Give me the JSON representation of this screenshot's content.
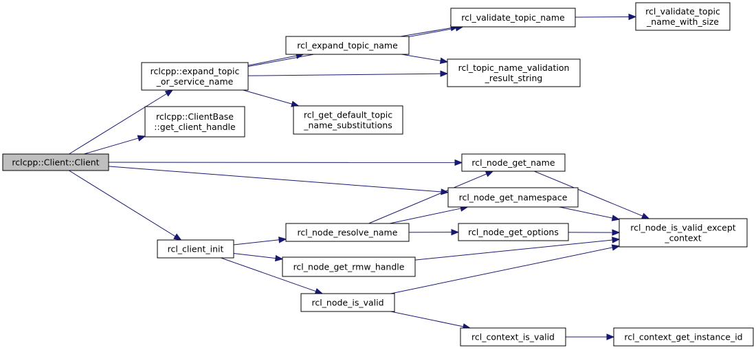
{
  "graph": {
    "colors": {
      "edge": "#191970",
      "node_fill": "#ffffff",
      "root_fill": "#bfbfbf",
      "border": "#000000"
    },
    "nodes": [
      {
        "id": "client",
        "lines": [
          "rclcpp::Client::Client"
        ],
        "root": true
      },
      {
        "id": "expand_topic_or_service",
        "lines": [
          "rclcpp::expand_topic",
          "_or_service_name"
        ]
      },
      {
        "id": "get_client_handle",
        "lines": [
          "rclcpp::ClientBase",
          "::get_client_handle"
        ]
      },
      {
        "id": "rcl_client_init",
        "lines": [
          "rcl_client_init"
        ]
      },
      {
        "id": "rcl_expand_topic_name",
        "lines": [
          "rcl_expand_topic_name"
        ]
      },
      {
        "id": "rcl_get_default_substitutions",
        "lines": [
          "rcl_get_default_topic",
          "_name_substitutions"
        ]
      },
      {
        "id": "rcl_validate_topic_name",
        "lines": [
          "rcl_validate_topic_name"
        ]
      },
      {
        "id": "rcl_validate_with_size",
        "lines": [
          "rcl_validate_topic",
          "_name_with_size"
        ]
      },
      {
        "id": "rcl_validation_result_string",
        "lines": [
          "rcl_topic_name_validation",
          "_result_string"
        ]
      },
      {
        "id": "rcl_node_get_name",
        "lines": [
          "rcl_node_get_name"
        ]
      },
      {
        "id": "rcl_node_get_namespace",
        "lines": [
          "rcl_node_get_namespace"
        ]
      },
      {
        "id": "rcl_node_resolve_name",
        "lines": [
          "rcl_node_resolve_name"
        ]
      },
      {
        "id": "rcl_node_get_options",
        "lines": [
          "rcl_node_get_options"
        ]
      },
      {
        "id": "rcl_node_get_rmw_handle",
        "lines": [
          "rcl_node_get_rmw_handle"
        ]
      },
      {
        "id": "rcl_node_is_valid",
        "lines": [
          "rcl_node_is_valid"
        ]
      },
      {
        "id": "rcl_node_is_valid_except_context",
        "lines": [
          "rcl_node_is_valid_except",
          "_context"
        ]
      },
      {
        "id": "rcl_context_is_valid",
        "lines": [
          "rcl_context_is_valid"
        ]
      },
      {
        "id": "rcl_context_get_instance_id",
        "lines": [
          "rcl_context_get_instance_id"
        ]
      }
    ],
    "edges": [
      [
        "client",
        "expand_topic_or_service"
      ],
      [
        "client",
        "get_client_handle"
      ],
      [
        "client",
        "rcl_node_get_name"
      ],
      [
        "client",
        "rcl_node_get_namespace"
      ],
      [
        "client",
        "rcl_client_init"
      ],
      [
        "expand_topic_or_service",
        "rcl_validate_topic_name"
      ],
      [
        "expand_topic_or_service",
        "rcl_expand_topic_name"
      ],
      [
        "expand_topic_or_service",
        "rcl_validation_result_string"
      ],
      [
        "expand_topic_or_service",
        "rcl_get_default_substitutions"
      ],
      [
        "rcl_expand_topic_name",
        "rcl_validate_topic_name"
      ],
      [
        "rcl_expand_topic_name",
        "rcl_validation_result_string"
      ],
      [
        "rcl_validate_topic_name",
        "rcl_validate_with_size"
      ],
      [
        "rcl_client_init",
        "rcl_node_resolve_name"
      ],
      [
        "rcl_client_init",
        "rcl_node_get_rmw_handle"
      ],
      [
        "rcl_client_init",
        "rcl_node_is_valid"
      ],
      [
        "rcl_node_resolve_name",
        "rcl_node_get_name"
      ],
      [
        "rcl_node_resolve_name",
        "rcl_node_get_namespace"
      ],
      [
        "rcl_node_resolve_name",
        "rcl_node_get_options"
      ],
      [
        "rcl_node_get_name",
        "rcl_node_is_valid_except_context"
      ],
      [
        "rcl_node_get_namespace",
        "rcl_node_is_valid_except_context"
      ],
      [
        "rcl_node_get_options",
        "rcl_node_is_valid_except_context"
      ],
      [
        "rcl_node_get_rmw_handle",
        "rcl_node_is_valid_except_context"
      ],
      [
        "rcl_node_is_valid",
        "rcl_node_is_valid_except_context"
      ],
      [
        "rcl_node_is_valid",
        "rcl_context_is_valid"
      ],
      [
        "rcl_context_is_valid",
        "rcl_context_get_instance_id"
      ]
    ]
  }
}
